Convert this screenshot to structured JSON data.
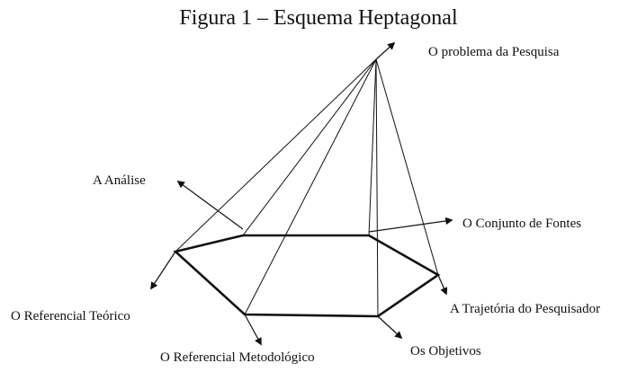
{
  "figure": {
    "title": "Figura 1 – Esquema Heptagonal"
  },
  "labels": {
    "apex": "O problema da Pesquisa",
    "analise": "A Análise",
    "fontes": "O Conjunto de Fontes",
    "referencial_teorico": "O Referencial Teórico",
    "trajetoria": "A Trajetória do Pesquisador",
    "referencial_metodologico": "O Referencial Metodológico",
    "objetivos": "Os Objetivos"
  },
  "colors": {
    "ink": "#111111",
    "background": "#ffffff"
  }
}
